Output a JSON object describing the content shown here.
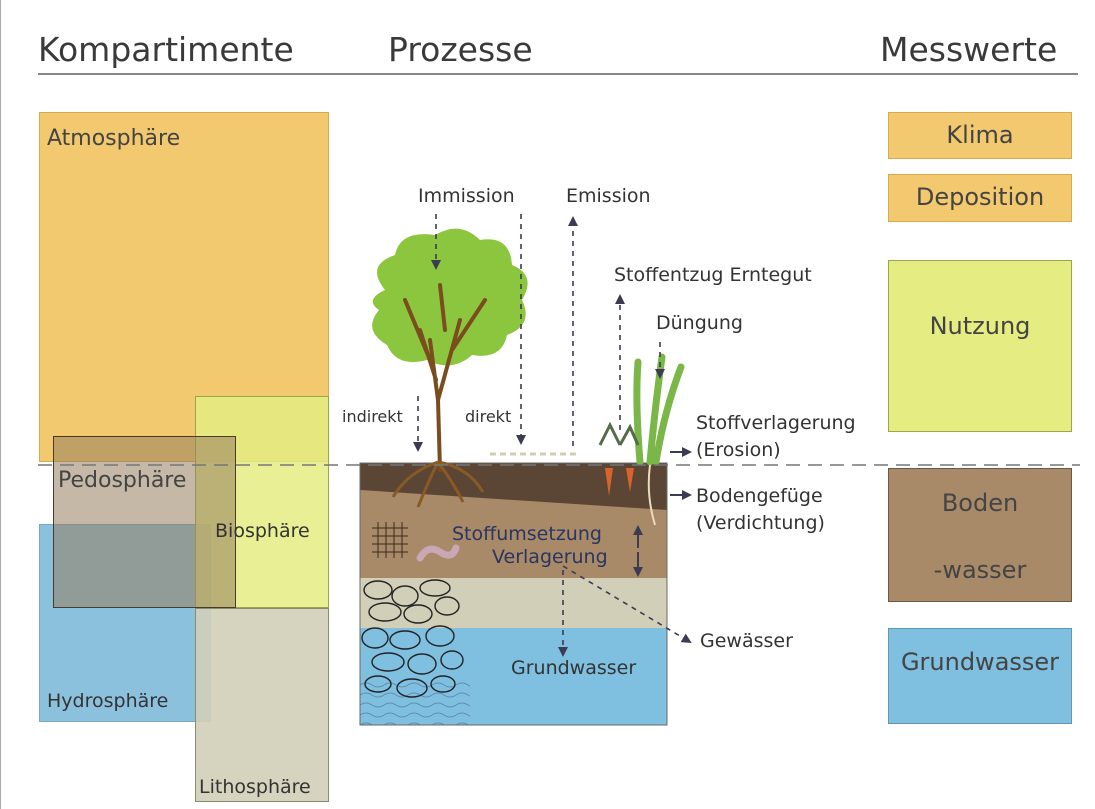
{
  "headers": {
    "compartments": "Kompartimente",
    "processes": "Prozesse",
    "measurements": "Messwerte"
  },
  "compartments": {
    "atmosphere": "Atmosphäre",
    "pedosphere": "Pedosphäre",
    "biosphere": "Biosphäre",
    "hydrosphere": "Hydrosphäre",
    "lithosphere": "Lithosphäre"
  },
  "processes": {
    "immission": "Immission",
    "emission": "Emission",
    "harvest": "Stoffentzug Erntegut",
    "fertilization": "Düngung",
    "indirect": "indirekt",
    "direct": "direkt",
    "erosion_line1": "Stoffverlagerung",
    "erosion_line2": "(Erosion)",
    "structure_line1": "Bodengefüge",
    "structure_line2": "(Verdichtung)",
    "transformation": "Stoffumsetzung",
    "relocation": "Verlagerung",
    "water_bodies": "Gewässer",
    "groundwater": "Grundwasser"
  },
  "measurements": {
    "climate": "Klima",
    "deposition": "Deposition",
    "usage": "Nutzung",
    "soil_line1": "Boden",
    "soil_line2": "-wasser",
    "groundwater": "Grundwasser"
  },
  "colors": {
    "atmosphere": "#f2c96e",
    "biosphere": "#e4ec82",
    "pedosphere": "#b79b73",
    "hydrosphere": "#8cc3de",
    "lithosphere": "#d2cfb8",
    "soil_dark": "#5b4636",
    "soil_light": "#a88a68",
    "groundwater": "#7fbfe0",
    "tree": "#8cc63f",
    "arrow": "#3b3b52"
  },
  "icons": [
    "tree-icon",
    "plant-icon",
    "earthworm-icon",
    "carrot-icon"
  ]
}
